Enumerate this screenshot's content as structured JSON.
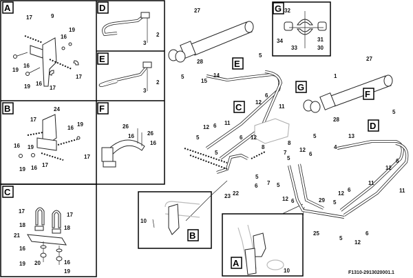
{
  "panels": {
    "A": {
      "title": "A",
      "labels": [
        "17",
        "9",
        "16",
        "19",
        "19",
        "16",
        "19",
        "16",
        "17",
        "17"
      ]
    },
    "D": {
      "title": "D",
      "labels": [
        "2",
        "3"
      ]
    },
    "E": {
      "title": "E",
      "labels": [
        "2",
        "3"
      ]
    },
    "B": {
      "title": "B",
      "labels": [
        "24",
        "17",
        "16",
        "19",
        "16",
        "19",
        "19",
        "16",
        "17",
        "17"
      ]
    },
    "F": {
      "title": "F",
      "labels": [
        "26",
        "26",
        "16",
        "16"
      ]
    },
    "C": {
      "title": "C",
      "labels": [
        "17",
        "17",
        "18",
        "18",
        "21",
        "16",
        "19",
        "16",
        "20",
        "19"
      ]
    },
    "G": {
      "title": "G",
      "labels": [
        "32",
        "34",
        "31",
        "33",
        "30"
      ]
    }
  },
  "main": {
    "callout_boxes": [
      "E",
      "G",
      "C",
      "F",
      "D",
      "B",
      "A"
    ],
    "labels": [
      "27",
      "5",
      "28",
      "5",
      "14",
      "15",
      "12",
      "6",
      "11",
      "11",
      "1",
      "27",
      "5",
      "28",
      "5",
      "13",
      "4",
      "12",
      "6",
      "12",
      "6",
      "5",
      "5",
      "6",
      "12",
      "8",
      "8",
      "7",
      "12",
      "6",
      "5",
      "5",
      "7",
      "6",
      "5",
      "12",
      "6",
      "23",
      "22",
      "29",
      "12",
      "6",
      "5",
      "11",
      "11",
      "25",
      "5",
      "12",
      "6",
      "10",
      "10"
    ]
  },
  "footer": {
    "drawing_number": "F1310-2913020001.1"
  }
}
